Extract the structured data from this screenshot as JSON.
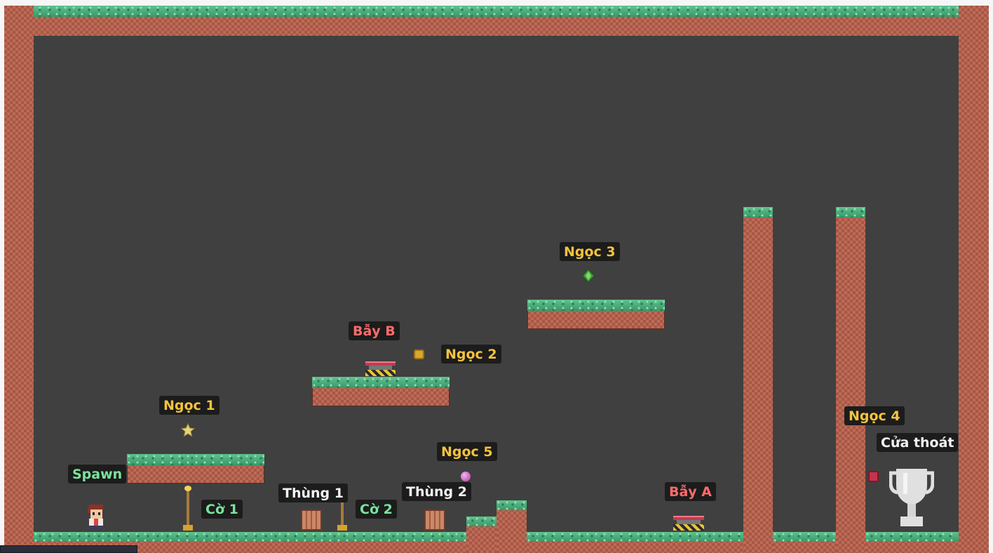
{
  "labels": {
    "spawn": "Spawn",
    "gem1": "Ngọc 1",
    "gem2": "Ngọc 2",
    "gem3": "Ngọc 3",
    "gem4": "Ngọc 4",
    "gem5": "Ngọc 5",
    "trap_a": "Bẫy A",
    "trap_b": "Bẫy B",
    "flag1": "Cờ 1",
    "flag2": "Cờ 2",
    "crate1": "Thùng 1",
    "crate2": "Thùng 2",
    "exit": "Cửa thoát"
  },
  "icons": {
    "player": "player-character-icon",
    "gem1": "star-icon",
    "gem2": "gold-coin-icon",
    "gem3": "green-gem-icon",
    "gem4": "ruby-gem-icon",
    "gem5": "pink-orb-icon",
    "exit": "trophy-icon",
    "trap": "spring-trap-icon",
    "flag": "checkpoint-pole-icon",
    "crate": "crate-icon"
  },
  "colors": {
    "background": "#404040",
    "brick": "#a45847",
    "grass": "#43a872",
    "label_bg": "#1c1c1c",
    "gem_label": "#f5c33d",
    "trap_label": "#ff6b6b",
    "checkpoint_label": "#7be39d",
    "neutral_label": "#f2f2f2"
  }
}
